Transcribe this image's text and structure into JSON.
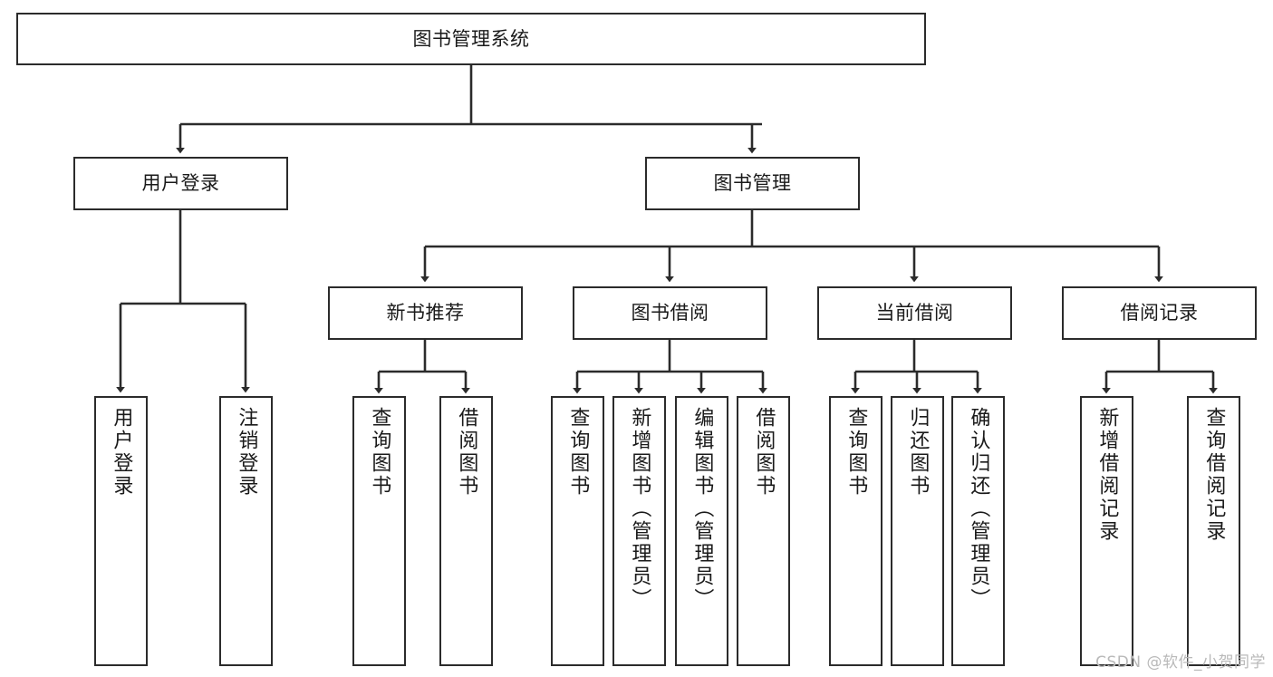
{
  "diagram": {
    "title": "图书管理系统",
    "type": "tree-hierarchy",
    "watermark": "CSDN @软件_小贺同学",
    "colors": {
      "box_border": "#2b2b2b",
      "box_fill": "#ffffff",
      "edge": "#2b2b2b",
      "text": "#1a1a1a",
      "watermark": "#b9b9b9"
    },
    "nodes": {
      "root": {
        "label": "图书管理系统",
        "level": 1
      },
      "user_login": {
        "label": "用户登录",
        "level": 2
      },
      "book_manage": {
        "label": "图书管理",
        "level": 2
      },
      "new_book_rec": {
        "label": "新书推荐",
        "level": 3
      },
      "book_borrow": {
        "label": "图书借阅",
        "level": 3
      },
      "current_borrow": {
        "label": "当前借阅",
        "level": 3
      },
      "borrow_record": {
        "label": "借阅记录",
        "level": 3
      },
      "leaf_user_login": {
        "label": "用户登录",
        "level": 3
      },
      "leaf_logout": {
        "label": "注销登录",
        "level": 3
      },
      "leaf_query_book_1": {
        "label": "查询图书",
        "level": 4
      },
      "leaf_borrow_book_1": {
        "label": "借阅图书",
        "level": 4
      },
      "leaf_query_book_2": {
        "label": "查询图书",
        "level": 4
      },
      "leaf_add_book_admin": {
        "label": "新增图书（管理员）",
        "level": 4
      },
      "leaf_edit_book_admin": {
        "label": "编辑图书（管理员）",
        "level": 4
      },
      "leaf_borrow_book_2": {
        "label": "借阅图书",
        "level": 4
      },
      "leaf_query_book_3": {
        "label": "查询图书",
        "level": 4
      },
      "leaf_return_book": {
        "label": "归还图书",
        "level": 4
      },
      "leaf_confirm_return_admin": {
        "label": "确认归还（管理员）",
        "level": 4
      },
      "leaf_add_borrow_record": {
        "label": "新增借阅记录",
        "level": 4
      },
      "leaf_query_borrow_record": {
        "label": "查询借阅记录",
        "level": 4
      }
    },
    "edges": [
      {
        "from": "root",
        "to": "user_login"
      },
      {
        "from": "root",
        "to": "book_manage"
      },
      {
        "from": "user_login",
        "to": "leaf_user_login"
      },
      {
        "from": "user_login",
        "to": "leaf_logout"
      },
      {
        "from": "book_manage",
        "to": "new_book_rec"
      },
      {
        "from": "book_manage",
        "to": "book_borrow"
      },
      {
        "from": "book_manage",
        "to": "current_borrow"
      },
      {
        "from": "book_manage",
        "to": "borrow_record"
      },
      {
        "from": "new_book_rec",
        "to": "leaf_query_book_1"
      },
      {
        "from": "new_book_rec",
        "to": "leaf_borrow_book_1"
      },
      {
        "from": "book_borrow",
        "to": "leaf_query_book_2"
      },
      {
        "from": "book_borrow",
        "to": "leaf_add_book_admin"
      },
      {
        "from": "book_borrow",
        "to": "leaf_edit_book_admin"
      },
      {
        "from": "book_borrow",
        "to": "leaf_borrow_book_2"
      },
      {
        "from": "current_borrow",
        "to": "leaf_query_book_3"
      },
      {
        "from": "current_borrow",
        "to": "leaf_return_book"
      },
      {
        "from": "current_borrow",
        "to": "leaf_confirm_return_admin"
      },
      {
        "from": "borrow_record",
        "to": "leaf_add_borrow_record"
      },
      {
        "from": "borrow_record",
        "to": "leaf_query_borrow_record"
      }
    ]
  }
}
